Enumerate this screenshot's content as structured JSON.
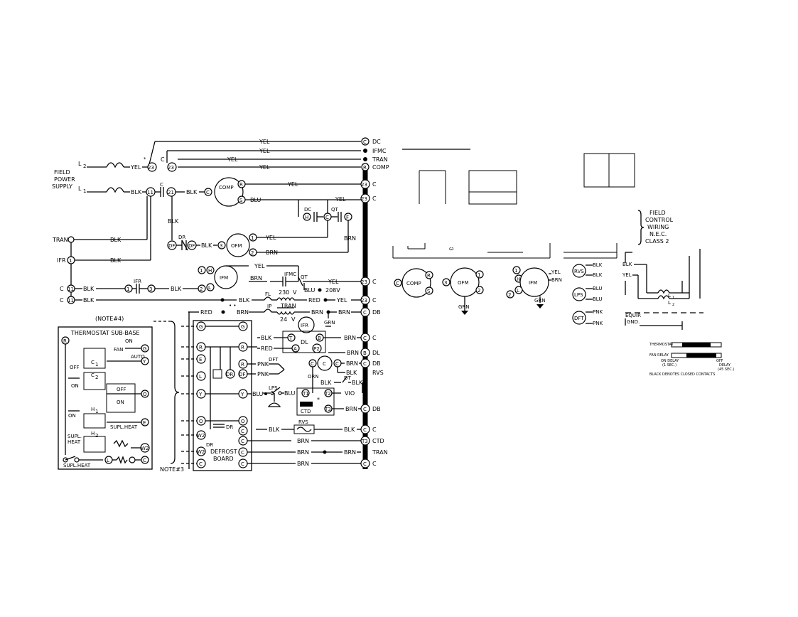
{
  "wires": {
    "yel": "YEL",
    "blk": "BLK",
    "blu": "BLU",
    "brn": "BRN",
    "red": "RED",
    "pnk": "PNK",
    "grn": "GRN",
    "orn": "ORN",
    "vio": "VIO"
  },
  "supply": {
    "title_1": "FIELD",
    "title_2": "POWER",
    "title_3": "SUPPLY",
    "l1": "L",
    "l1_sub": "1",
    "l2": "L",
    "l2_sub": "2",
    "star": "*"
  },
  "terminals": {
    "t23": "23",
    "t21": "21",
    "t11": "11",
    "t1": "1",
    "t2": "2",
    "t3": "3",
    "c": "C",
    "r": "R",
    "s": "S",
    "h": "H",
    "f": "F",
    "b": "B",
    "a": "A",
    "p2": "P2",
    "t": "T",
    "t1l": "T1",
    "t2l": "T2",
    "t3l": "T3",
    "df": "DF",
    "dr": "DR",
    "dft": "DFT",
    "w2": "W2",
    "g": "G",
    "y": "Y",
    "e": "E",
    "l": "L",
    "o": "O"
  },
  "right_labels": {
    "dc": "DC",
    "ifmc": "IFMC",
    "tran": "TRAN",
    "comp": "COMP",
    "c": "C",
    "db": "DB",
    "dl": "DL",
    "rvs": "RVS",
    "ctd": "CTD"
  },
  "left_labels": {
    "tran": "TRAN",
    "ifr": "IFR",
    "c": "C"
  },
  "components": {
    "comp": "COMP",
    "ofm": "OFM",
    "ifm": "IFM",
    "ifr": "IFR",
    "ifmc": "IFMC",
    "qt": "QT",
    "dc": "DC",
    "dr": "DR",
    "fl": "FL",
    "ip": "IP",
    "tran_v1": "230",
    "tran_v2": "V",
    "tran_24": "24",
    "tran_v3": "V",
    "tran": "TRAN",
    "dl": "DL",
    "ctd": "CTD",
    "dt": "DT",
    "lps": "LPS",
    "rvs": "RVS",
    "dft": "DFT",
    "v208": "208V",
    "star": "*",
    "bullets": "• •"
  },
  "thermostat": {
    "note4": "(NOTE#4)",
    "title": "THERMOSTAT SUB-BASE",
    "on": "ON",
    "fan": "FAN",
    "auto": "AUTO",
    "off": "OFF",
    "c1": "C",
    "c1_sub": "1",
    "c2": "C",
    "c2_sub": "2",
    "h1": "H",
    "h1_sub": "1",
    "h2": "H",
    "h2_sub": "2",
    "supl_heat": "SUPL.HEAT",
    "supl": "SUPL.",
    "heat": "HEAT",
    "note3": "NOTE#3"
  },
  "defrost": {
    "title_1": "DEFROST",
    "title_2": "BOARD"
  },
  "legend": {
    "field_control": [
      "FIELD",
      "CONTROL",
      "WIRING",
      "N.E.C.",
      "CLASS 2"
    ],
    "l1": "L",
    "l1_sub": "1",
    "l2": "L",
    "l2_sub": "2",
    "equip": "EQUIP.",
    "gnd": "GND.",
    "timing_thermostat": "THERMOSTAT",
    "timing_fan": "FAN RELAY",
    "on_delay_1": "ON DELAY",
    "on_delay_2": "(1 SEC.)",
    "off_delay_1": "OFF",
    "off_delay_2": "DELAY",
    "off_delay_3": "(45 SEC.)",
    "black_denotes": "BLACK DENOTES CLOSED CONTACTS",
    "t1": "1",
    "t2": "2",
    "t3": "3",
    "h": "H",
    "l": "L"
  }
}
